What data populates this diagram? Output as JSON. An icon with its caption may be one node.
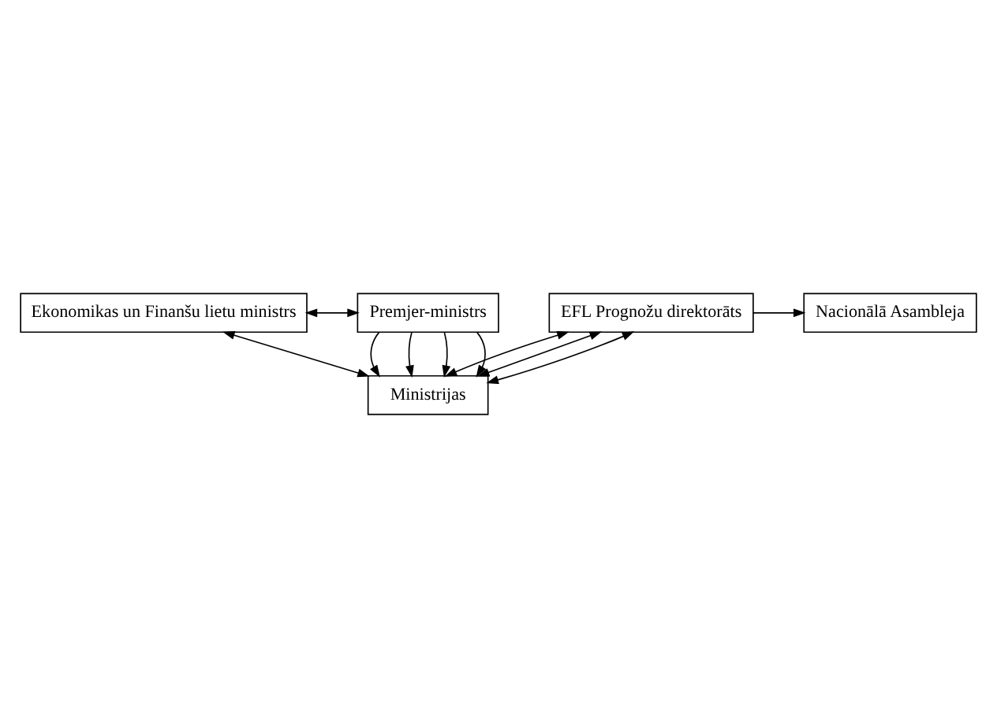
{
  "diagram": {
    "nodes": [
      {
        "text": [
          "Ekonomikas un Finanšu lietu ministrs"
        ]
      },
      {
        "text": [
          "Premjer-ministrs"
        ]
      },
      {
        "text": [
          "Ministrijas"
        ]
      },
      {
        "text": [
          "EFL Prognožu direktorāts"
        ]
      },
      {
        "text": [
          "Nacionālā Asambleja"
        ]
      }
    ],
    "edges": [
      {
        "from": 0,
        "to": 1,
        "arrow": "both"
      },
      {
        "from": 0,
        "to": 2,
        "arrow": "both"
      },
      {
        "from": 1,
        "to": 2,
        "arrow": "to"
      },
      {
        "from": 1,
        "to": 2,
        "arrow": "to"
      },
      {
        "from": 1,
        "to": 2,
        "arrow": "to"
      },
      {
        "from": 1,
        "to": 2,
        "arrow": "to"
      },
      {
        "from": 3,
        "to": 2,
        "arrow": "both"
      },
      {
        "from": 3,
        "to": 2,
        "arrow": "both"
      },
      {
        "from": 3,
        "to": 2,
        "arrow": "both"
      },
      {
        "from": 3,
        "to": 4,
        "arrow": "to"
      }
    ]
  }
}
